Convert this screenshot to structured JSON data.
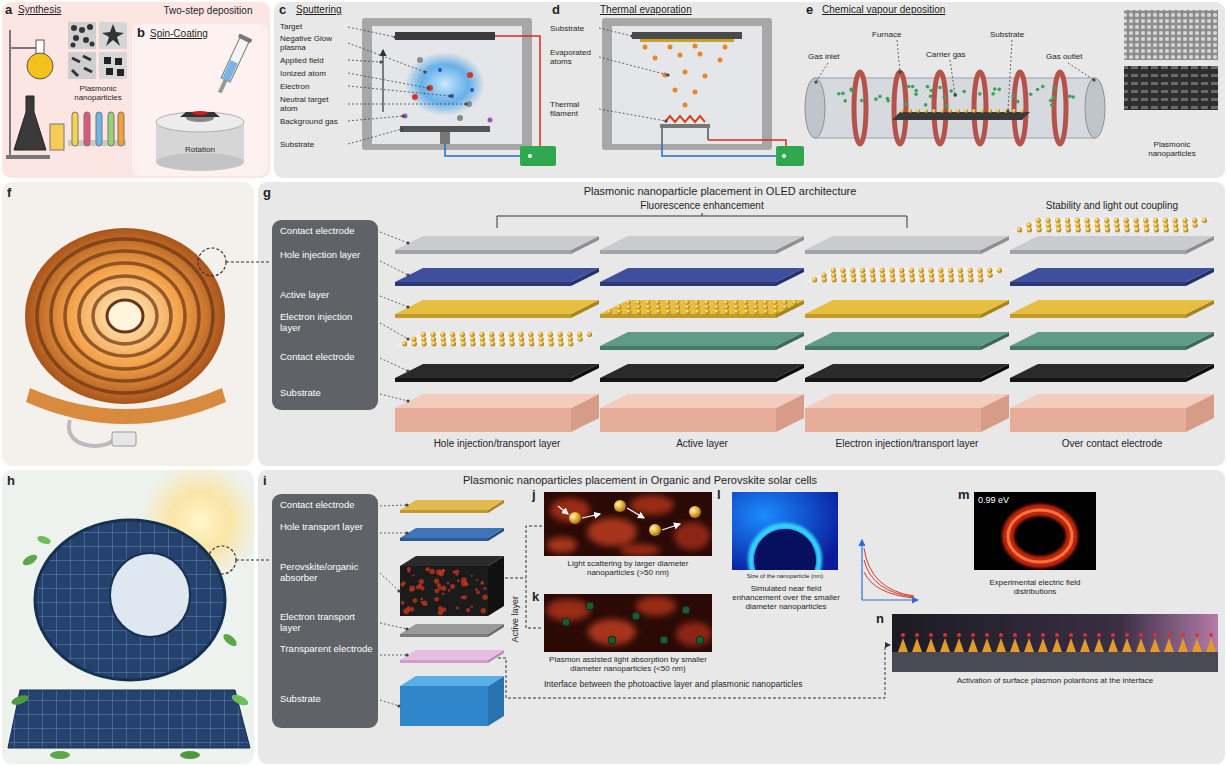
{
  "diagram": {
    "nodes": [
      {
        "text": [
          "Synthesis",
          "Plasmonic nanoparticles"
        ]
      },
      {
        "text": [
          "Spin-Coating",
          "Rotation"
        ],
        "in": 0
      },
      {
        "text": [
          "Sputtering",
          "Thermal evaporation",
          "Chemical vapour deposition"
        ]
      },
      {
        "text": [
          "Plasmonic nanoparticle placement in OLED architecture"
        ]
      },
      {
        "text": [
          "Contact electrode",
          "Hole injection layer",
          "Active layer",
          "Electron injection layer",
          "Contact electrode",
          "Substrate"
        ],
        "in": 3
      },
      {
        "text": [
          "Plasmonic nanoparticles placement in Organic and Perovskite solar cells"
        ]
      },
      {
        "text": [
          "Contact electrode",
          "Hole transport layer",
          "Perovskite/organic absorber",
          "Electron transport layer",
          "Transparent electrode",
          "Substrate"
        ],
        "in": 5
      },
      {
        "text": [
          "Light scattering by larger diameter nanoparticles (>50 nm)"
        ],
        "in": 5
      },
      {
        "text": [
          "Plasmon assisted light absorption by smaller diameter nanoparticles (<50 nm)"
        ],
        "in": 5
      },
      {
        "text": [
          "Simulated near field enhancement over the smaller diameter nanoparticles"
        ],
        "in": 5
      },
      {
        "text": [
          "0.99 eV",
          "Experimental electric field distributions"
        ],
        "in": 5
      },
      {
        "text": [
          "Activation of surface plasmon polaritons at the interface"
        ],
        "in": 5
      }
    ],
    "labels": [
      "a",
      "Two-step deposition",
      "b",
      "c",
      "Target",
      "Negative Glow plasma",
      "Applied field",
      "Ionized atom",
      "Electron",
      "Neutral target atom",
      "Background gas",
      "Substrate",
      "d",
      "Substrate",
      "Evaporated atoms",
      "Thermal filament",
      "e",
      "Gas inlet",
      "Furnace",
      "Carrier gas",
      "Substrate",
      "Gas outlet",
      "Plasmonic nanoparticles",
      "f",
      "g",
      "Fluorescence enhancement",
      "Stability and light out coupling",
      "Hole injection/transport layer",
      "Active layer",
      "Electron injection/transport layer",
      "Over contact electrode",
      "h",
      "i",
      "Active layer",
      "j",
      "k",
      "l",
      "m",
      "n",
      "Interface between the photoactive layer and plasmonic nanoparticles",
      "Size of the nanoparticle (nm)"
    ]
  }
}
